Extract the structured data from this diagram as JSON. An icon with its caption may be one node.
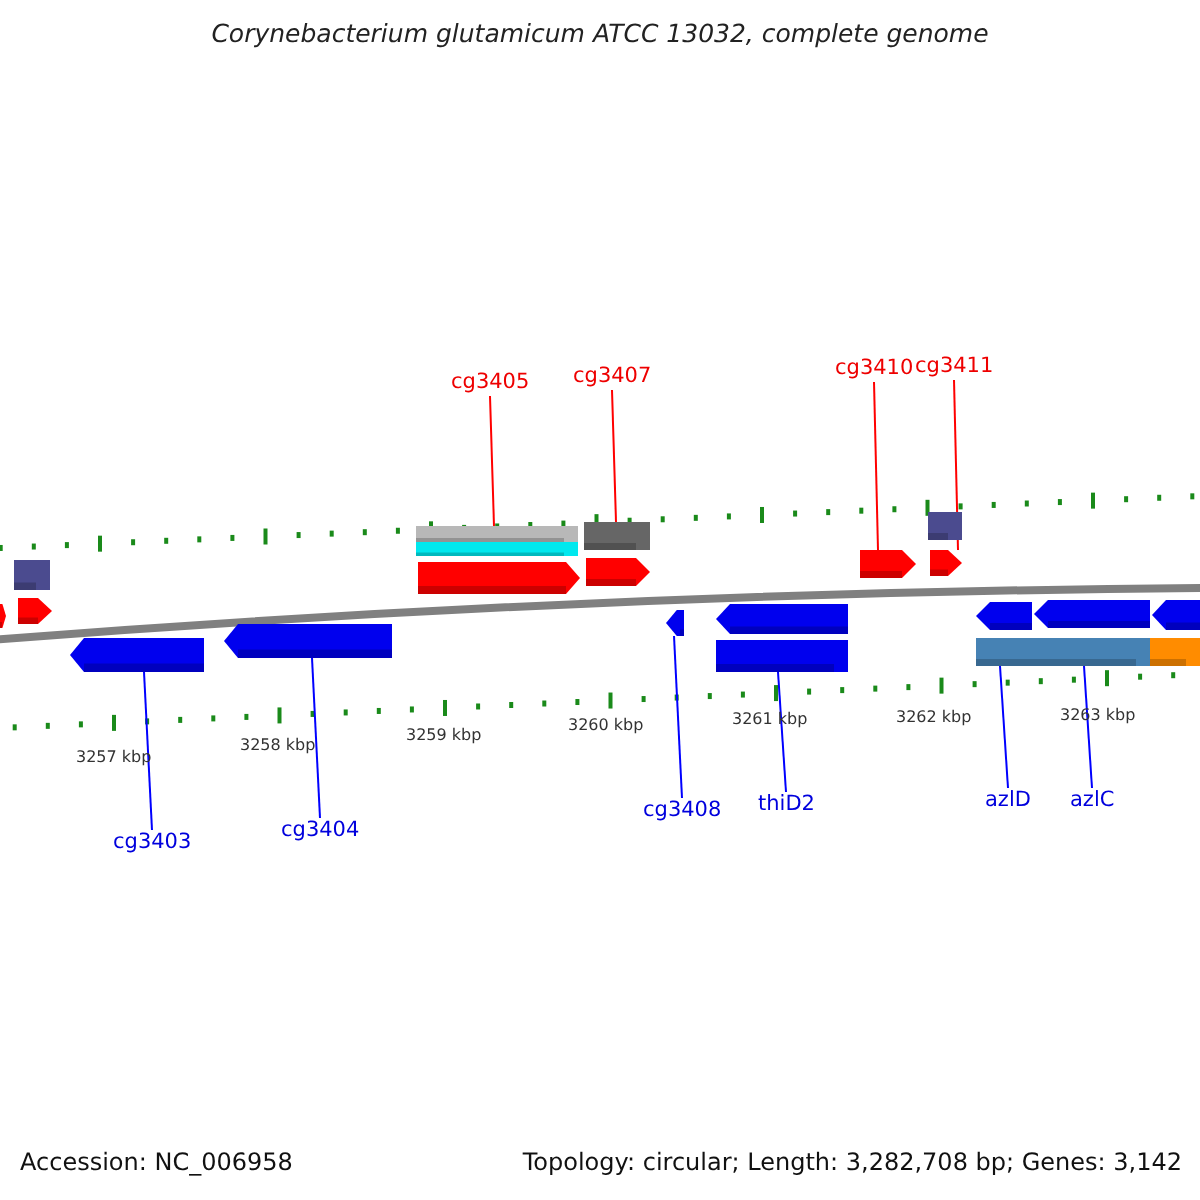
{
  "diagram": {
    "title": "Corynebacterium glutamicum ATCC 13032, complete genome",
    "nodes": [
      {
        "text": [
          "cg3405"
        ]
      },
      {
        "text": [],
        "shape": "arrow"
      },
      {
        "text": [
          "cg3407"
        ]
      },
      {
        "text": [],
        "shape": "arrow"
      },
      {
        "text": [
          "cg3410"
        ]
      },
      {
        "text": [],
        "shape": "arrow"
      },
      {
        "text": [
          "cg3411"
        ]
      },
      {
        "text": [],
        "shape": "arrow"
      },
      {
        "text": [],
        "shape": "arrow"
      },
      {
        "text": [],
        "shape": "arrow"
      },
      {
        "text": [],
        "shape": "arrow"
      },
      {
        "text": [],
        "shape": "arrow"
      },
      {
        "text": [],
        "shape": "arrow"
      },
      {
        "text": [],
        "shape": "arrow"
      },
      {
        "text": [
          "cg3403"
        ]
      },
      {
        "text": [
          "cg3404"
        ]
      },
      {
        "text": [
          "cg3408"
        ]
      },
      {
        "text": [
          "thiD2"
        ]
      },
      {
        "text": [
          "azlD"
        ]
      },
      {
        "text": [
          "azlC"
        ]
      },
      {
        "text": [],
        "shape": "arrow"
      },
      {
        "text": [],
        "shape": "arrow"
      },
      {
        "text": [],
        "shape": "bar"
      },
      {
        "text": [],
        "shape": "bar"
      },
      {
        "text": [],
        "shape": "bar"
      },
      {
        "text": [],
        "shape": "bar"
      },
      {
        "text": [],
        "shape": "bar"
      },
      {
        "text": [],
        "shape": "bar"
      },
      {
        "text": [],
        "shape": "arrow"
      },
      {
        "text": [],
        "shape": "bar"
      },
      {
        "text": [],
        "shape": "bar"
      }
    ],
    "edges": [
      {
        "from": 0,
        "to": 23,
        "arrow": "none",
        "color": "#ff0000"
      },
      {
        "from": 2,
        "to": 25,
        "arrow": "none",
        "color": "#ff0000"
      },
      {
        "from": 4,
        "to": 5,
        "arrow": "none",
        "color": "#ff0000"
      },
      {
        "from": 6,
        "to": 7,
        "arrow": "none",
        "color": "#ff0000"
      },
      {
        "from": 14,
        "to": 8,
        "arrow": "none"
      },
      {
        "from": 15,
        "to": 9,
        "arrow": "none"
      },
      {
        "from": 16,
        "to": 10,
        "arrow": "none"
      },
      {
        "from": 17,
        "to": 27,
        "arrow": "none"
      },
      {
        "from": 18,
        "to": 29,
        "arrow": "none"
      },
      {
        "from": 19,
        "to": 29,
        "arrow": "none"
      }
    ],
    "labels": [
      "3257 kbp",
      "3258 kbp",
      "3259 kbp",
      "3260 kbp",
      "3261 kbp",
      "3262 kbp",
      "3263 kbp",
      "Accession: NC_006958",
      "Topology: circular; Length: 3,282,708 bp; Genes: 3,142"
    ]
  }
}
